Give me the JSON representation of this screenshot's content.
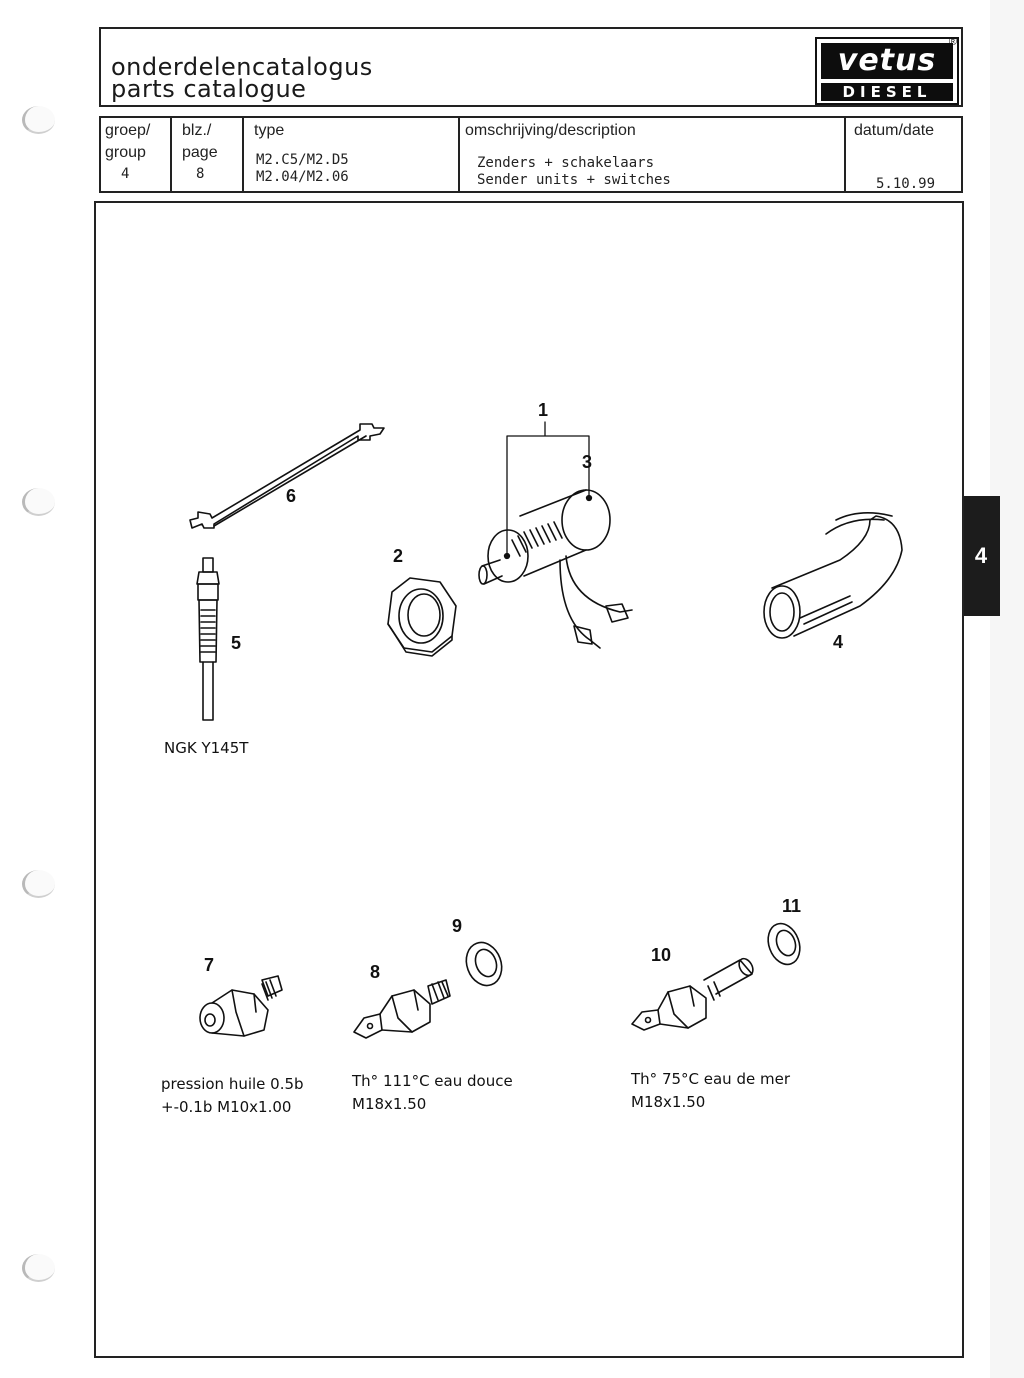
{
  "header": {
    "title_line1": "onderdelencatalogus",
    "title_line2": "parts catalogue",
    "logo_top": "vetus",
    "logo_bottom": "DIESEL",
    "logo_reg": "®"
  },
  "info": {
    "group_label_1": "groep/",
    "group_label_2": "group",
    "group_value": "4",
    "page_label_1": "blz./",
    "page_label_2": "page",
    "page_value": "8",
    "type_label": "type",
    "type_value_1": "M2.C5/M2.D5",
    "type_value_2": "M2.04/M2.06",
    "desc_label": "omschrijving/description",
    "desc_value_1": "Zenders + schakelaars",
    "desc_value_2": "Sender units + switches",
    "date_label": "datum/date",
    "date_value": "5.10.99"
  },
  "section_tab": "4",
  "part_numbers": {
    "p1": "1",
    "p2": "2",
    "p3": "3",
    "p4": "4",
    "p5": "5",
    "p6": "6",
    "p7": "7",
    "p8": "8",
    "p9": "9",
    "p10": "10",
    "p11": "11"
  },
  "notes": {
    "glow_plug": "NGK Y145T",
    "oil_pressure_1": "pression huile 0.5b",
    "oil_pressure_2": "+-0.1b M10x1.00",
    "temp_fresh_1": "Th° 111°C eau douce",
    "temp_fresh_2": "M18x1.50",
    "temp_sea_1": "Th° 75°C eau de mer",
    "temp_sea_2": "M18x1.50"
  }
}
